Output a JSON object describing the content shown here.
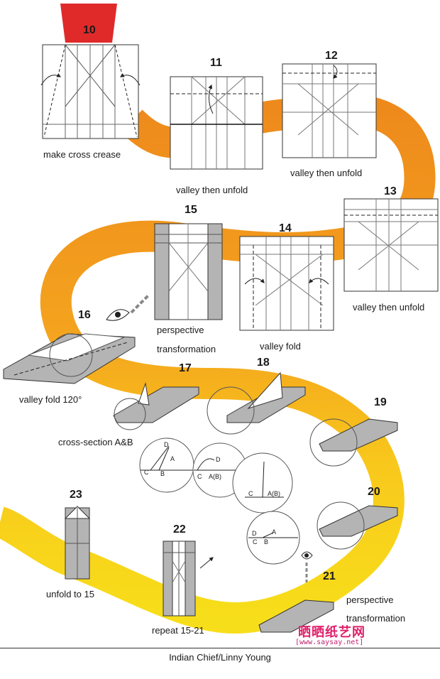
{
  "steps": {
    "s10": {
      "num": "10",
      "caption": "make cross crease"
    },
    "s11": {
      "num": "11",
      "caption": "valley then unfold"
    },
    "s12": {
      "num": "12",
      "caption": "valley then unfold"
    },
    "s13": {
      "num": "13",
      "caption": "valley then unfold"
    },
    "s14": {
      "num": "14",
      "caption": "valley fold"
    },
    "s15": {
      "num": "15",
      "caption_line1": "perspective",
      "caption_line2": "transformation"
    },
    "s16": {
      "num": "16",
      "caption": "valley fold 120°"
    },
    "s17": {
      "num": "17",
      "caption": "cross-section A&B"
    },
    "s18": {
      "num": "18"
    },
    "s19": {
      "num": "19"
    },
    "s20": {
      "num": "20"
    },
    "s21": {
      "num": "21",
      "caption_line1": "perspective",
      "caption_line2": "transformation"
    },
    "s22": {
      "num": "22",
      "caption": "repeat 15-21"
    },
    "s23": {
      "num": "23",
      "caption": "unfold to 15"
    }
  },
  "cross_section_letters": {
    "a": "A",
    "b": "B",
    "c": "C",
    "d": "D",
    "ab": "A(B)"
  },
  "watermark": {
    "text": "晒晒纸艺网",
    "url": "[www.saysay.net]"
  },
  "footer": "Indian Chief/Linny Young",
  "colors": {
    "ribbon_orange": "#f29a1f",
    "ribbon_yellow": "#f7d21a",
    "step10_red": "#e02a2a",
    "paper_gray": "#b4b4b4"
  }
}
